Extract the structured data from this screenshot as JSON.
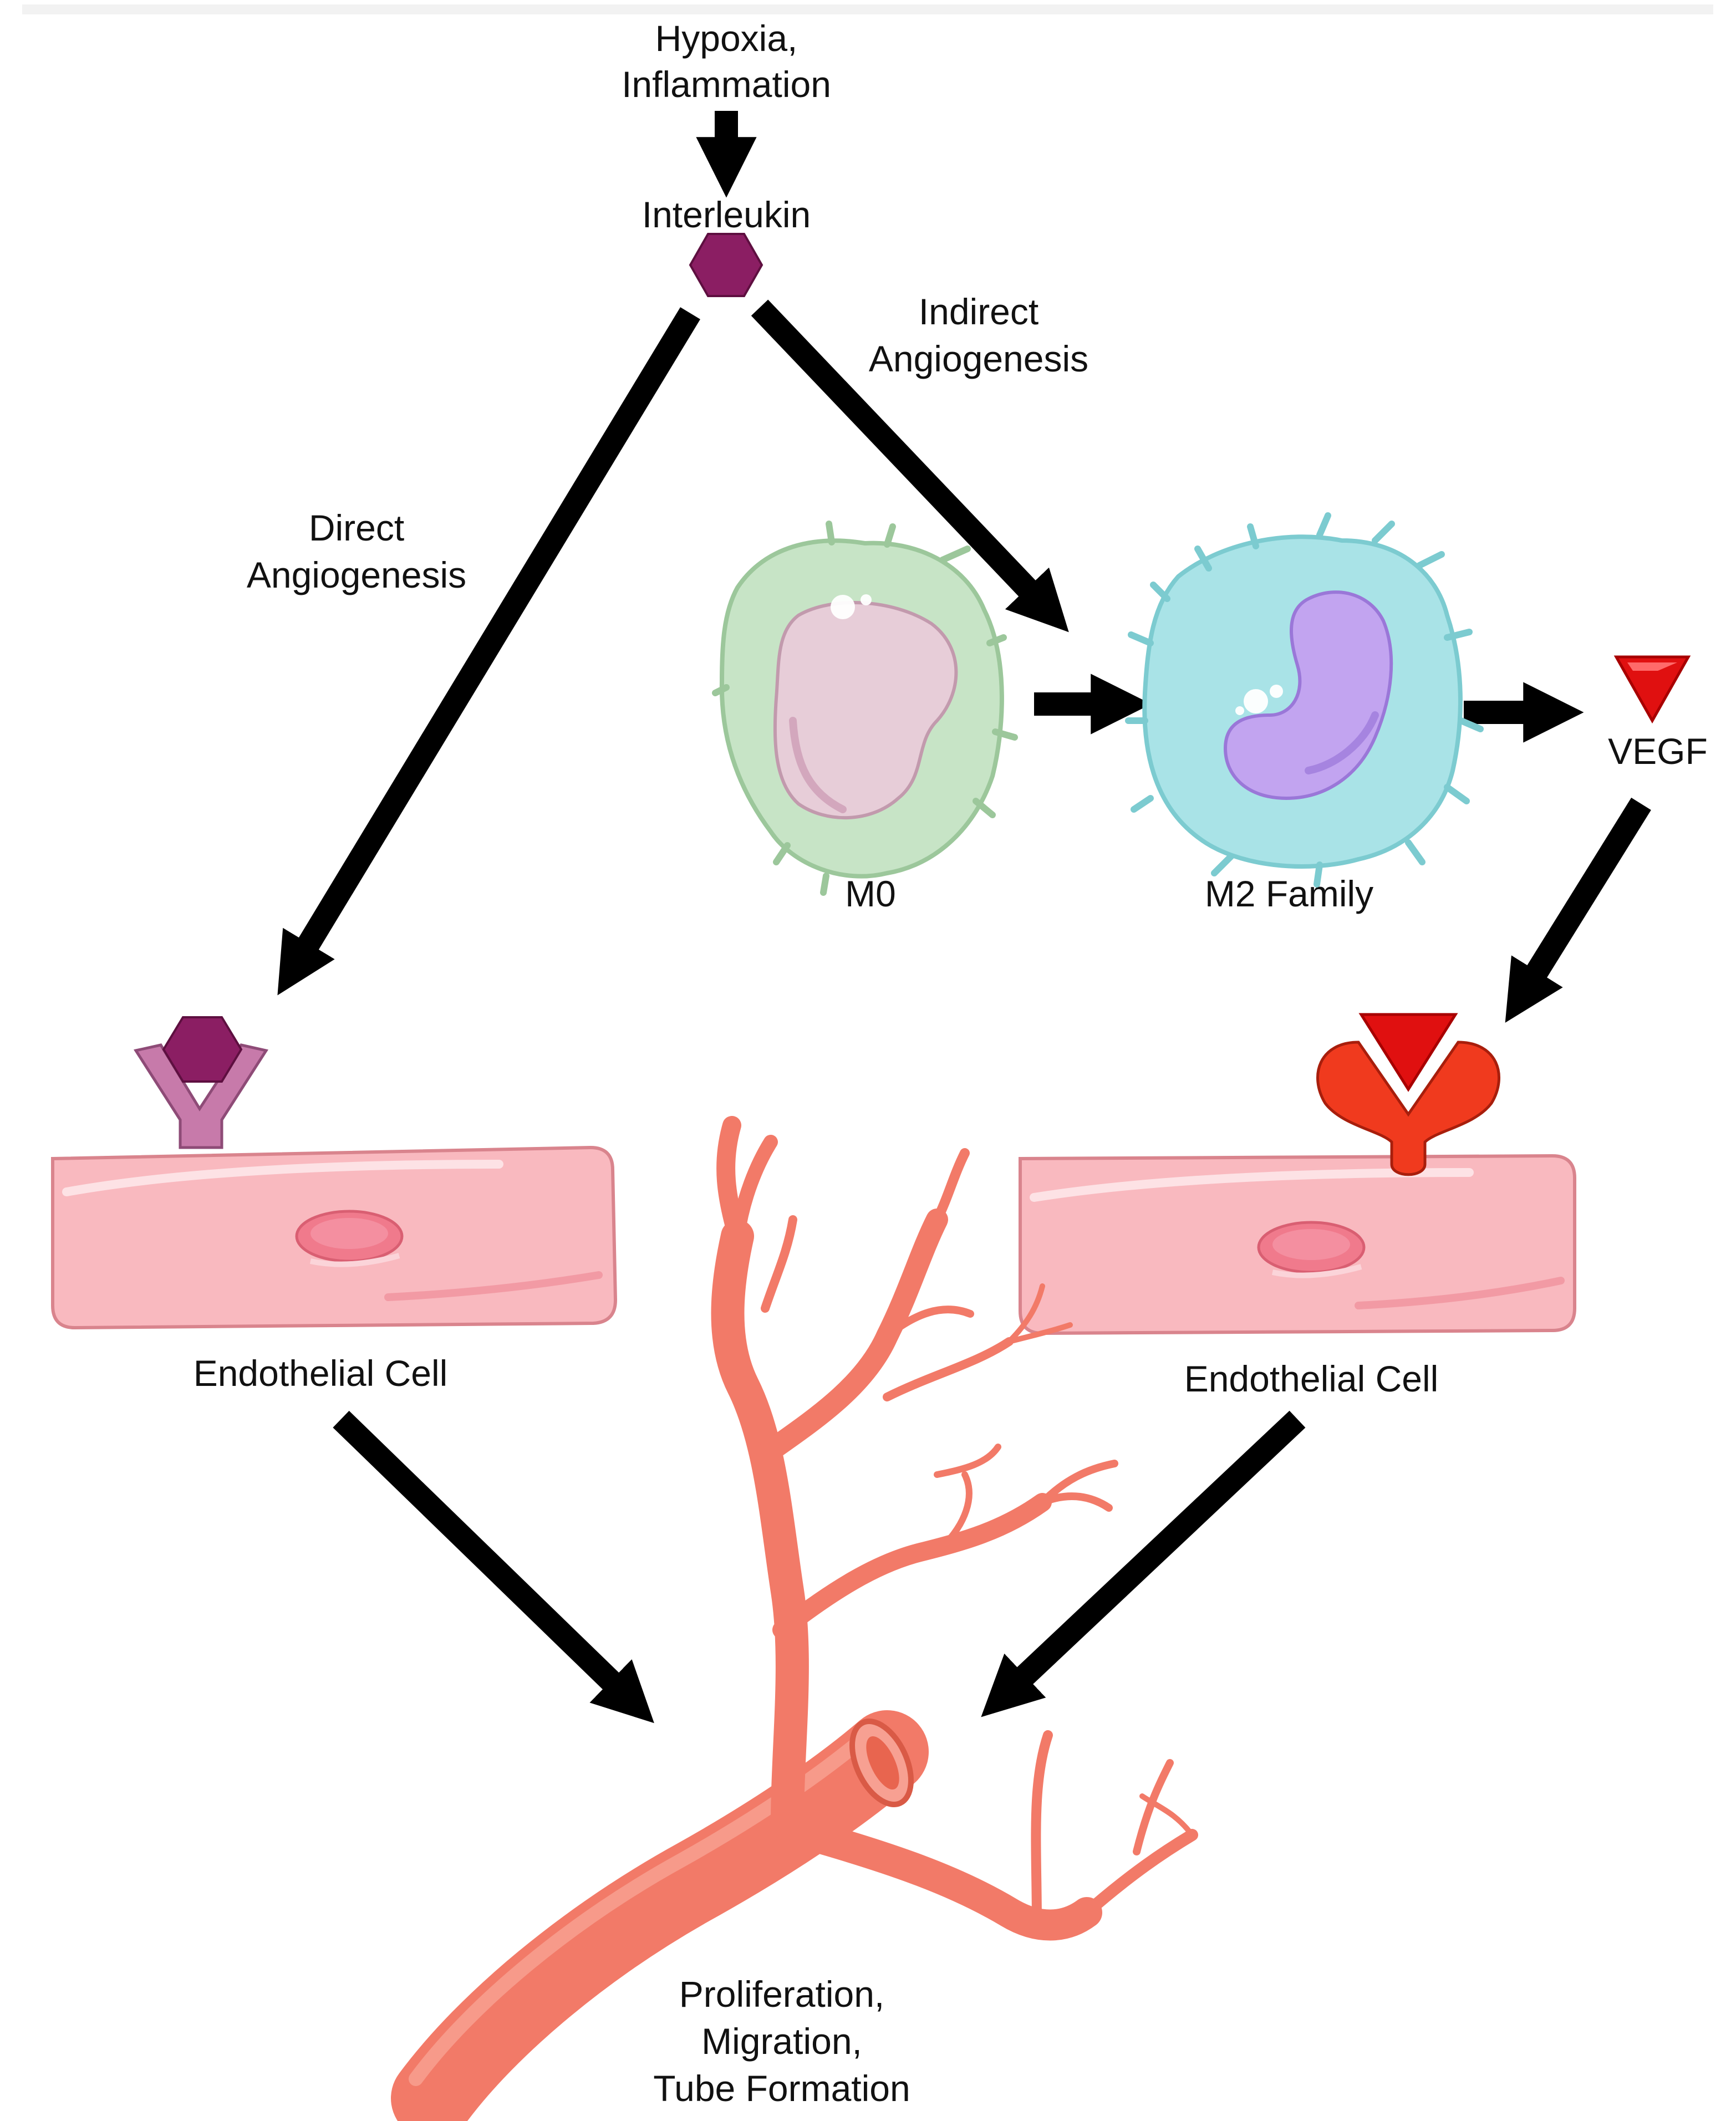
{
  "diagram": {
    "stimulus": {
      "line1": "Hypoxia,",
      "line2": "Inflammation"
    },
    "interleukin_label": "Interleukin",
    "direct_pathway": {
      "line1": "Direct",
      "line2": "Angiogenesis"
    },
    "indirect_pathway": {
      "line1": "Indirect",
      "line2": "Angiogenesis"
    },
    "m0_label": "M0",
    "m2_label": "M2 Family",
    "vegf_label": "VEGF",
    "endothelial_left_label": "Endothelial Cell",
    "endothelial_right_label": "Endothelial Cell",
    "outcome": {
      "line1": "Proliferation,",
      "line2": "Migration,",
      "line3": "Tube Formation"
    }
  },
  "colors": {
    "arrow": "#000000",
    "interleukin": "#8b1e63",
    "vegf": "#e01010",
    "endothelial_cell": "#f9b9bf",
    "m0_cytoplasm": "#c7e4c6",
    "m0_nucleus": "#e7cdd8",
    "m2_cytoplasm": "#a9e3e7",
    "m2_nucleus": "#c2a4f0",
    "vessel": "#f27a68"
  }
}
